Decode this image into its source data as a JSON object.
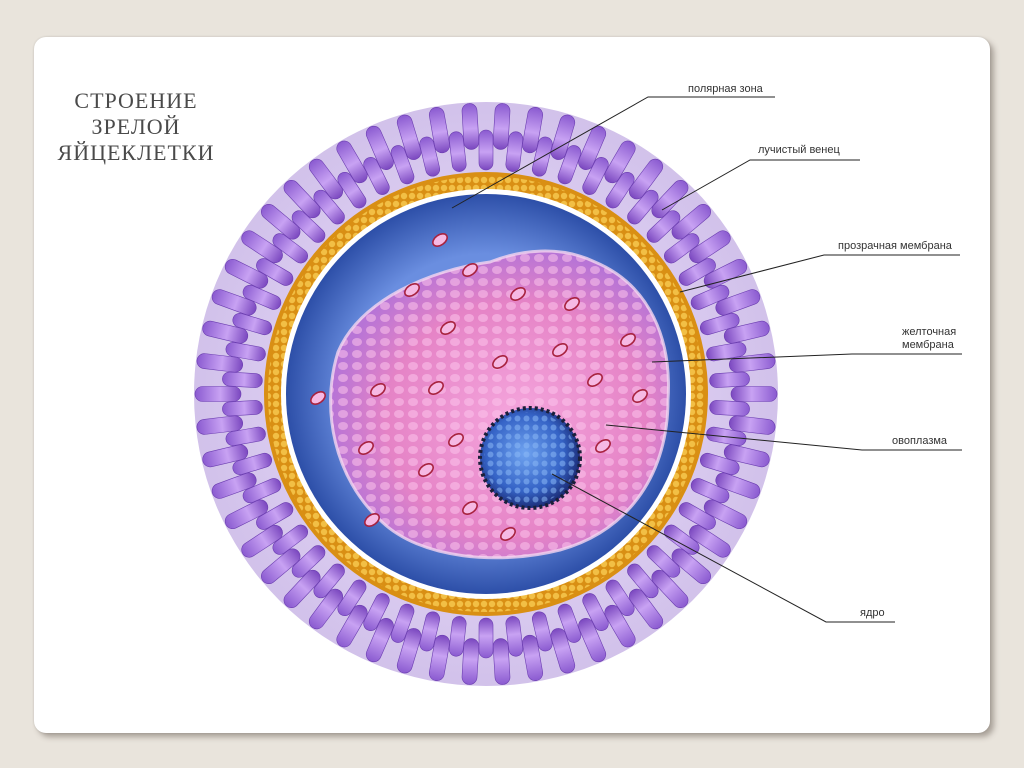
{
  "title": {
    "line1": "СТРОЕНИЕ",
    "line2": "ЗРЕЛОЙ",
    "line3": "ЯЙЦЕКЛЕТКИ"
  },
  "labels": {
    "polar_zone": "полярная зона",
    "corona_radiata": "лучистый венец",
    "zona_pellucida": "прозрачная мембрана",
    "vitelline_membrane_1": "желточная",
    "vitelline_membrane_2": "мембрана",
    "ooplasm": "овоплазма",
    "nucleus": "ядро"
  },
  "colors": {
    "corona": "#9b6fd6",
    "zona": "#e3a020",
    "perivitelline": "#3f6cc8",
    "cytoplasm": "#e98ac8",
    "nucleus": "#2f5fc0"
  }
}
